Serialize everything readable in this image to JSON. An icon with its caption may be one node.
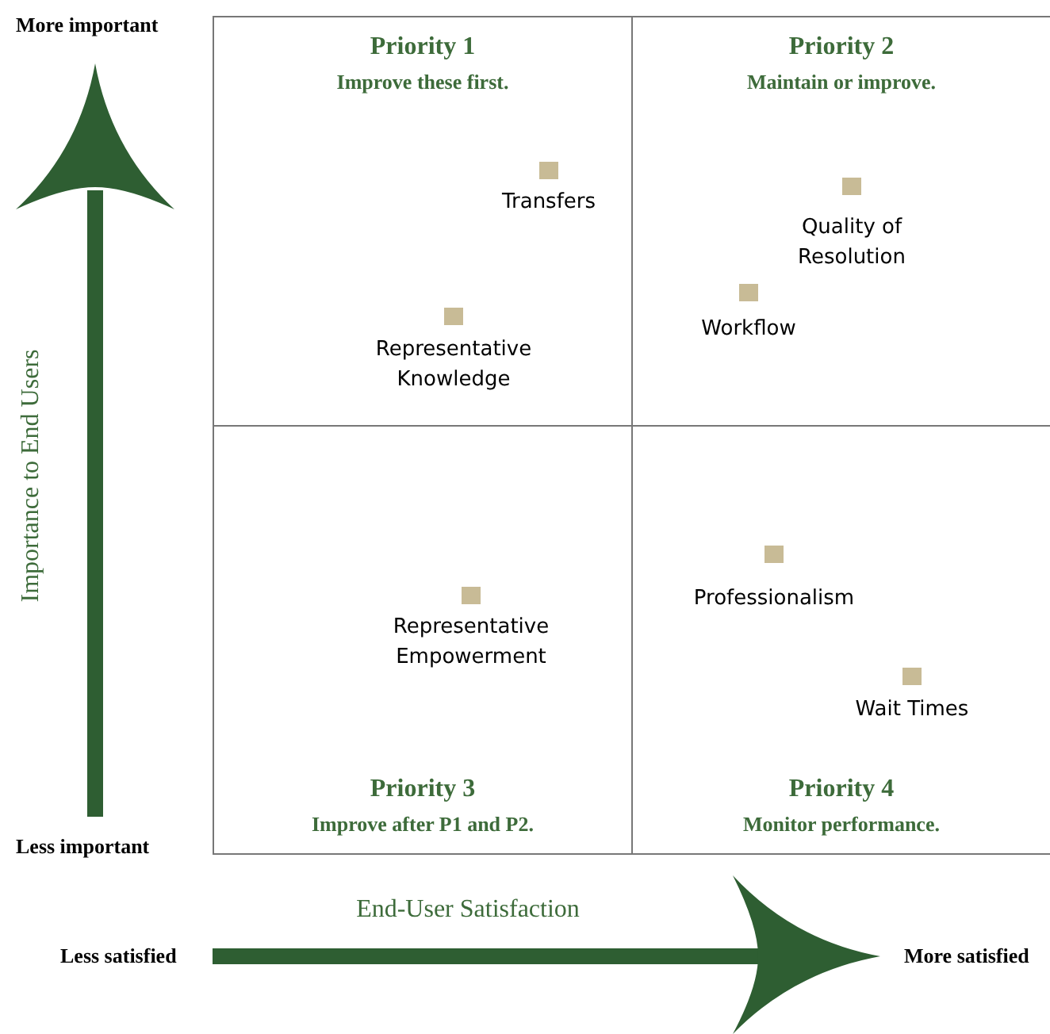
{
  "diagram": {
    "nodes": [
      {
        "text": [
          "Priority 1",
          "Improve these first."
        ]
      },
      {
        "text": [
          "Priority 2",
          "Maintain or improve."
        ]
      },
      {
        "text": [
          "Priority 3",
          "Improve after P1 and P2."
        ]
      },
      {
        "text": [
          "Priority 4",
          "Monitor performance."
        ]
      }
    ],
    "labels": [
      "More important",
      "Importance to End Users",
      "Less important",
      "Transfers",
      "Representative Knowledge",
      "Quality of Resolution",
      "Workflow",
      "Representative Empowerment",
      "Professionalism",
      "Wait Times",
      "End-User Satisfaction",
      "Less satisfied",
      "More satisfied"
    ]
  }
}
